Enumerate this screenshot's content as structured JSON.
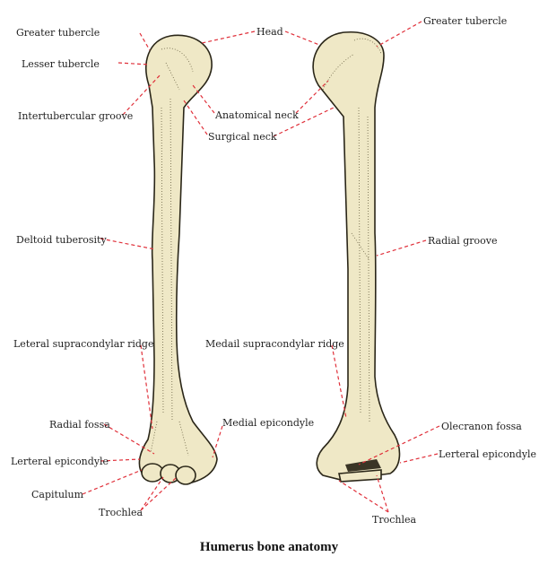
{
  "title": "Humerus bone anatomy",
  "colors": {
    "leader_line": "#e0303a",
    "bone": "#efe8c6",
    "outline": "#2a2618"
  },
  "anterior_labels": {
    "greater_tubercle": "Greater tubercle",
    "lesser_tubercle": "Lesser tubercle",
    "intertubercular_groove": "Intertubercular groove",
    "head": "Head",
    "anatomical_neck": "Anatomical neck",
    "surgical_neck": "Surgical neck",
    "deltoid_tuberosity": "Deltoid tuberosity",
    "lateral_supracondylar_ridge": "Leteral supracondylar ridge",
    "radial_fossa": "Radial fossa",
    "lateral_epicondyle": "Lerteral epicondyle",
    "capitulum": "Capitulum",
    "trochlea": "Trochlea",
    "medial_epicondyle": "Medial epicondyle"
  },
  "posterior_labels": {
    "greater_tubercle": "Greater tubercle",
    "radial_groove": "Radial groove",
    "medial_supracondylar_ridge": "Medail supracondylar ridge",
    "olecranon_fossa": "Olecranon fossa",
    "lateral_epicondyle": "Lerteral epicondyle",
    "trochlea": "Trochlea"
  }
}
